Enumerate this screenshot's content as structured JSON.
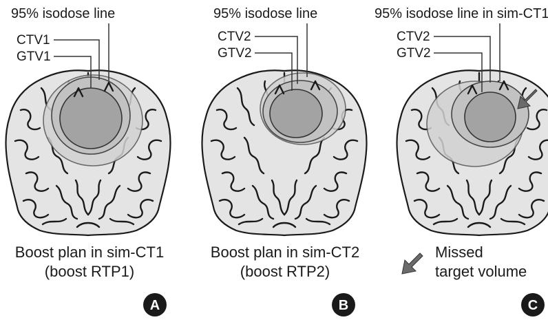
{
  "panels": [
    {
      "id": "A",
      "isodose_label": "95% isodose line",
      "ctv_label": "CTV1",
      "gtv_label": "GTV1",
      "caption_line1": "Boost plan in sim-CT1",
      "caption_line2": "(boost RTP1)",
      "badge": "A"
    },
    {
      "id": "B",
      "isodose_label": "95% isodose line",
      "ctv_label": "CTV2",
      "gtv_label": "GTV2",
      "caption_line1": "Boost plan in sim-CT2",
      "caption_line2": "(boost RTP2)",
      "badge": "B"
    },
    {
      "id": "C",
      "isodose_label": "95% isodose line in sim-CT1",
      "ctv_label": "CTV2",
      "gtv_label": "GTV2",
      "legend_line1": "Missed",
      "legend_line2": "target volume",
      "badge": "C"
    }
  ],
  "colors": {
    "brain_fill": "#e4e4e4",
    "gtv_fill": "#a3a3a3",
    "ctv_fill": "#c2c2c2",
    "isodose_fill": "#d2d2d2",
    "arrow": "#6b6b6b",
    "badge": "#1a1a1a"
  }
}
